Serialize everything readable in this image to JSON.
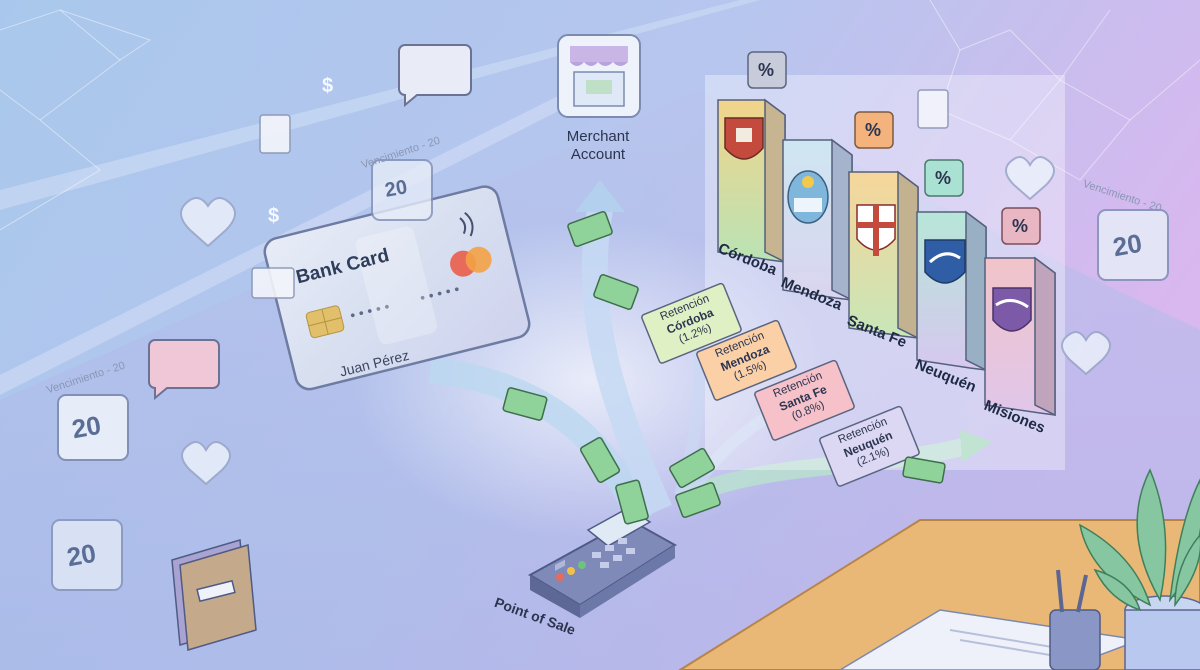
{
  "merchant": {
    "label": "Merchant Account"
  },
  "card": {
    "title": "Bank Card",
    "holder": "Juan Pérez"
  },
  "pos": {
    "label": "Point of Sale"
  },
  "provinces": [
    {
      "name": "Córdoba"
    },
    {
      "name": "Mendoza"
    },
    {
      "name": "Santa Fe"
    },
    {
      "name": "Neuquén"
    },
    {
      "name": "Misiones"
    }
  ],
  "retentions": [
    {
      "title": "Retención",
      "province": "Córdoba",
      "rate": "(1.2%)"
    },
    {
      "title": "Retención",
      "province": "Mendoza",
      "rate": "(1.5%)"
    },
    {
      "title": "Retención",
      "province": "Santa Fe",
      "rate": "(0.8%)"
    },
    {
      "title": "Retención",
      "province": "Neuquén",
      "rate": "(2.1%)"
    }
  ],
  "due_labels": [
    "Vencimiento - 20",
    "Vencimiento - 20",
    "Vencimiento - 20"
  ],
  "calendar_day": "20",
  "currency_symbol": "$",
  "percent_symbol": "%",
  "colors": {
    "bg_left": "#a9c7ec",
    "bg_right": "#d6b7ee",
    "card": "#dfe4f2",
    "bill": "#8fcf98",
    "desk": "#e9b877",
    "arrow": "#9fc9e8"
  }
}
